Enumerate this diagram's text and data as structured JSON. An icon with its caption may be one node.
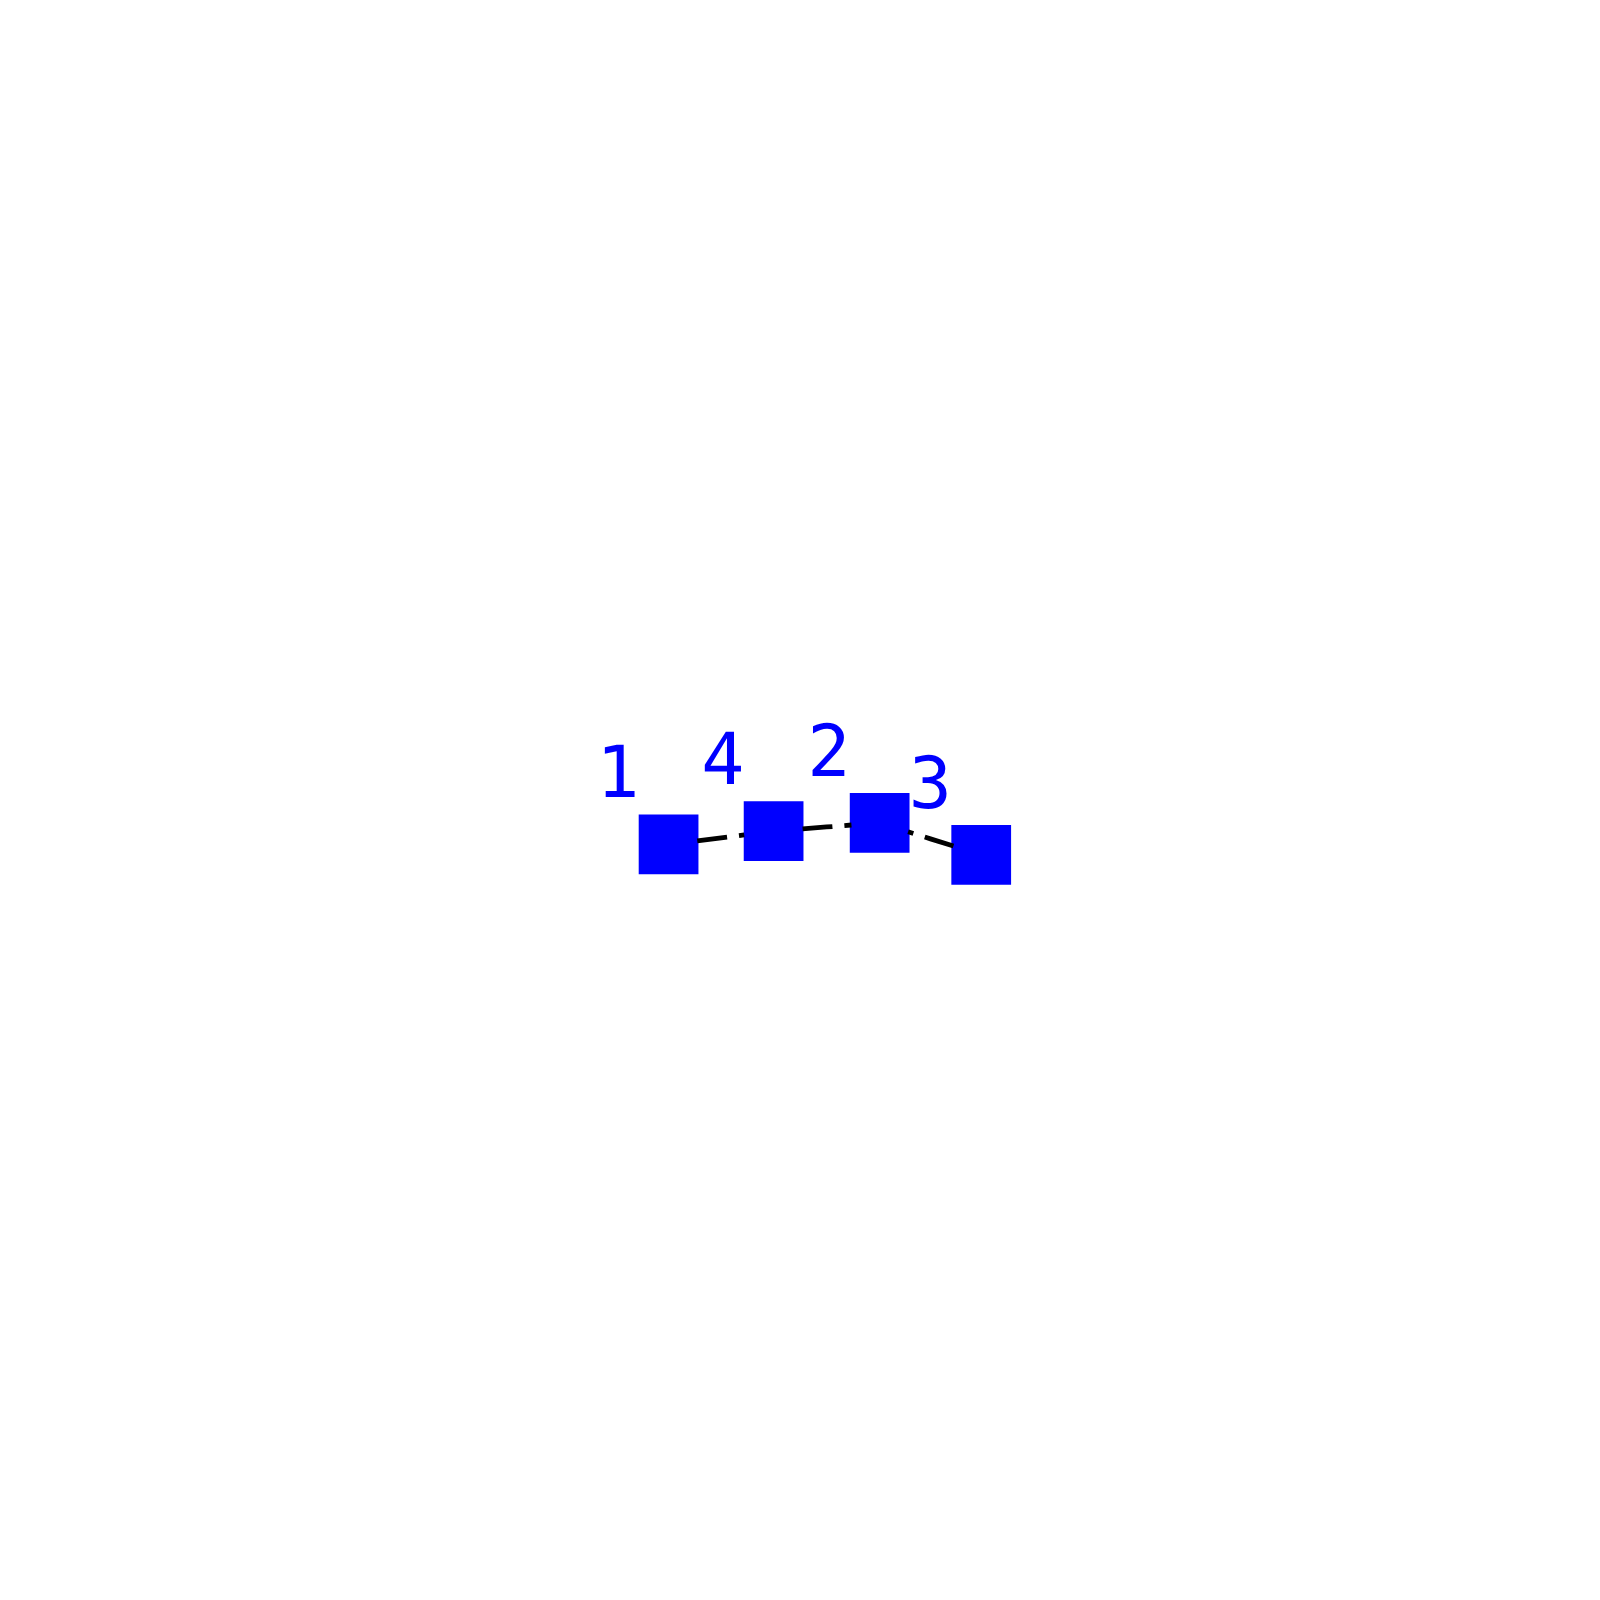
{
  "diagram": {
    "nodes": [
      {
        "text": [],
        "shape": "box",
        "beside": [
          "1"
        ]
      },
      {
        "text": [],
        "shape": "box",
        "beside": [
          "4"
        ]
      },
      {
        "text": [],
        "shape": "box",
        "beside": [
          "3"
        ]
      },
      {
        "text": [],
        "shape": "box",
        "beside": [
          "2"
        ]
      }
    ],
    "edges": [
      {
        "from": 0,
        "to": 1,
        "arrow": "none",
        "style": "dashed"
      },
      {
        "from": 1,
        "to": 3,
        "arrow": "none",
        "style": "dashed"
      },
      {
        "from": 2,
        "to": 3,
        "arrow": "none",
        "style": "dashed"
      }
    ]
  }
}
